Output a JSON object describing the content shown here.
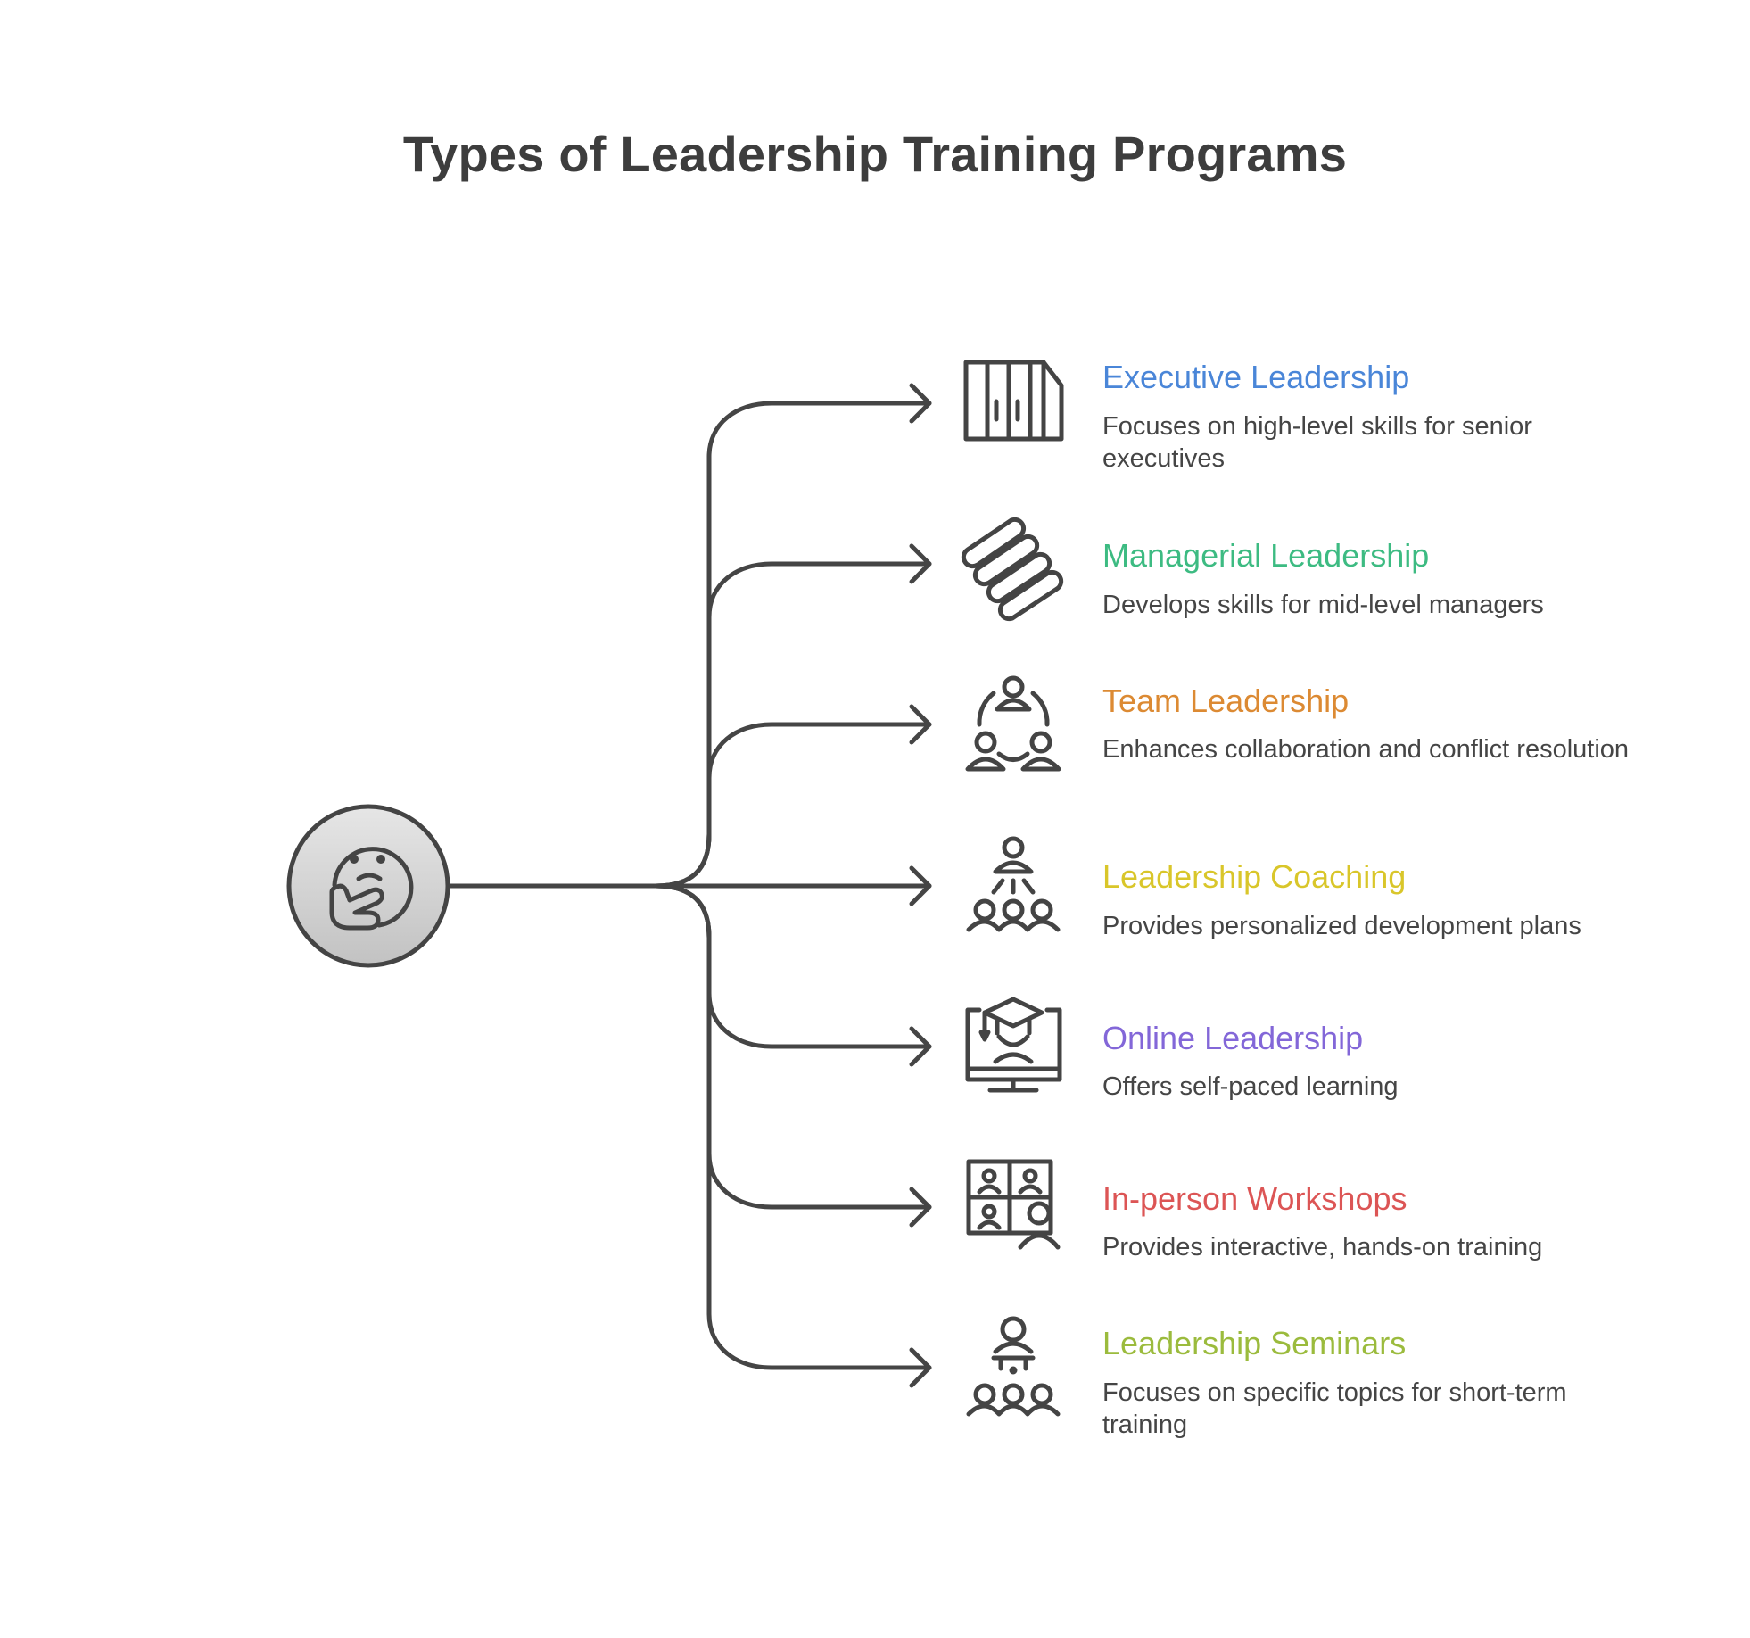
{
  "title": "Types of Leadership Training Programs",
  "center": {
    "icon": "thinking-face-icon"
  },
  "items": [
    {
      "title": "Executive Leadership",
      "description": "Focuses on high-level skills for senior executives",
      "color": "#4a86d8",
      "icon": "books-icon"
    },
    {
      "title": "Managerial Leadership",
      "description": "Develops skills for mid-level managers",
      "color": "#3dbb82",
      "icon": "pills-stack-icon"
    },
    {
      "title": "Team Leadership",
      "description": "Enhances collaboration and conflict resolution",
      "color": "#dc8a33",
      "icon": "team-circle-icon"
    },
    {
      "title": "Leadership Coaching",
      "description": "Provides personalized development plans",
      "color": "#d9c62a",
      "icon": "coach-group-icon"
    },
    {
      "title": "Online Leadership",
      "description": "Offers self-paced learning",
      "color": "#8367d8",
      "icon": "online-graduate-icon"
    },
    {
      "title": "In-person Workshops",
      "description": "Provides interactive, hands-on training",
      "color": "#dc5555",
      "icon": "video-conference-icon"
    },
    {
      "title": "Leadership Seminars",
      "description": "Focuses on specific topics for short-term training",
      "color": "#9bbb3d",
      "icon": "seminar-speaker-icon"
    }
  ]
}
